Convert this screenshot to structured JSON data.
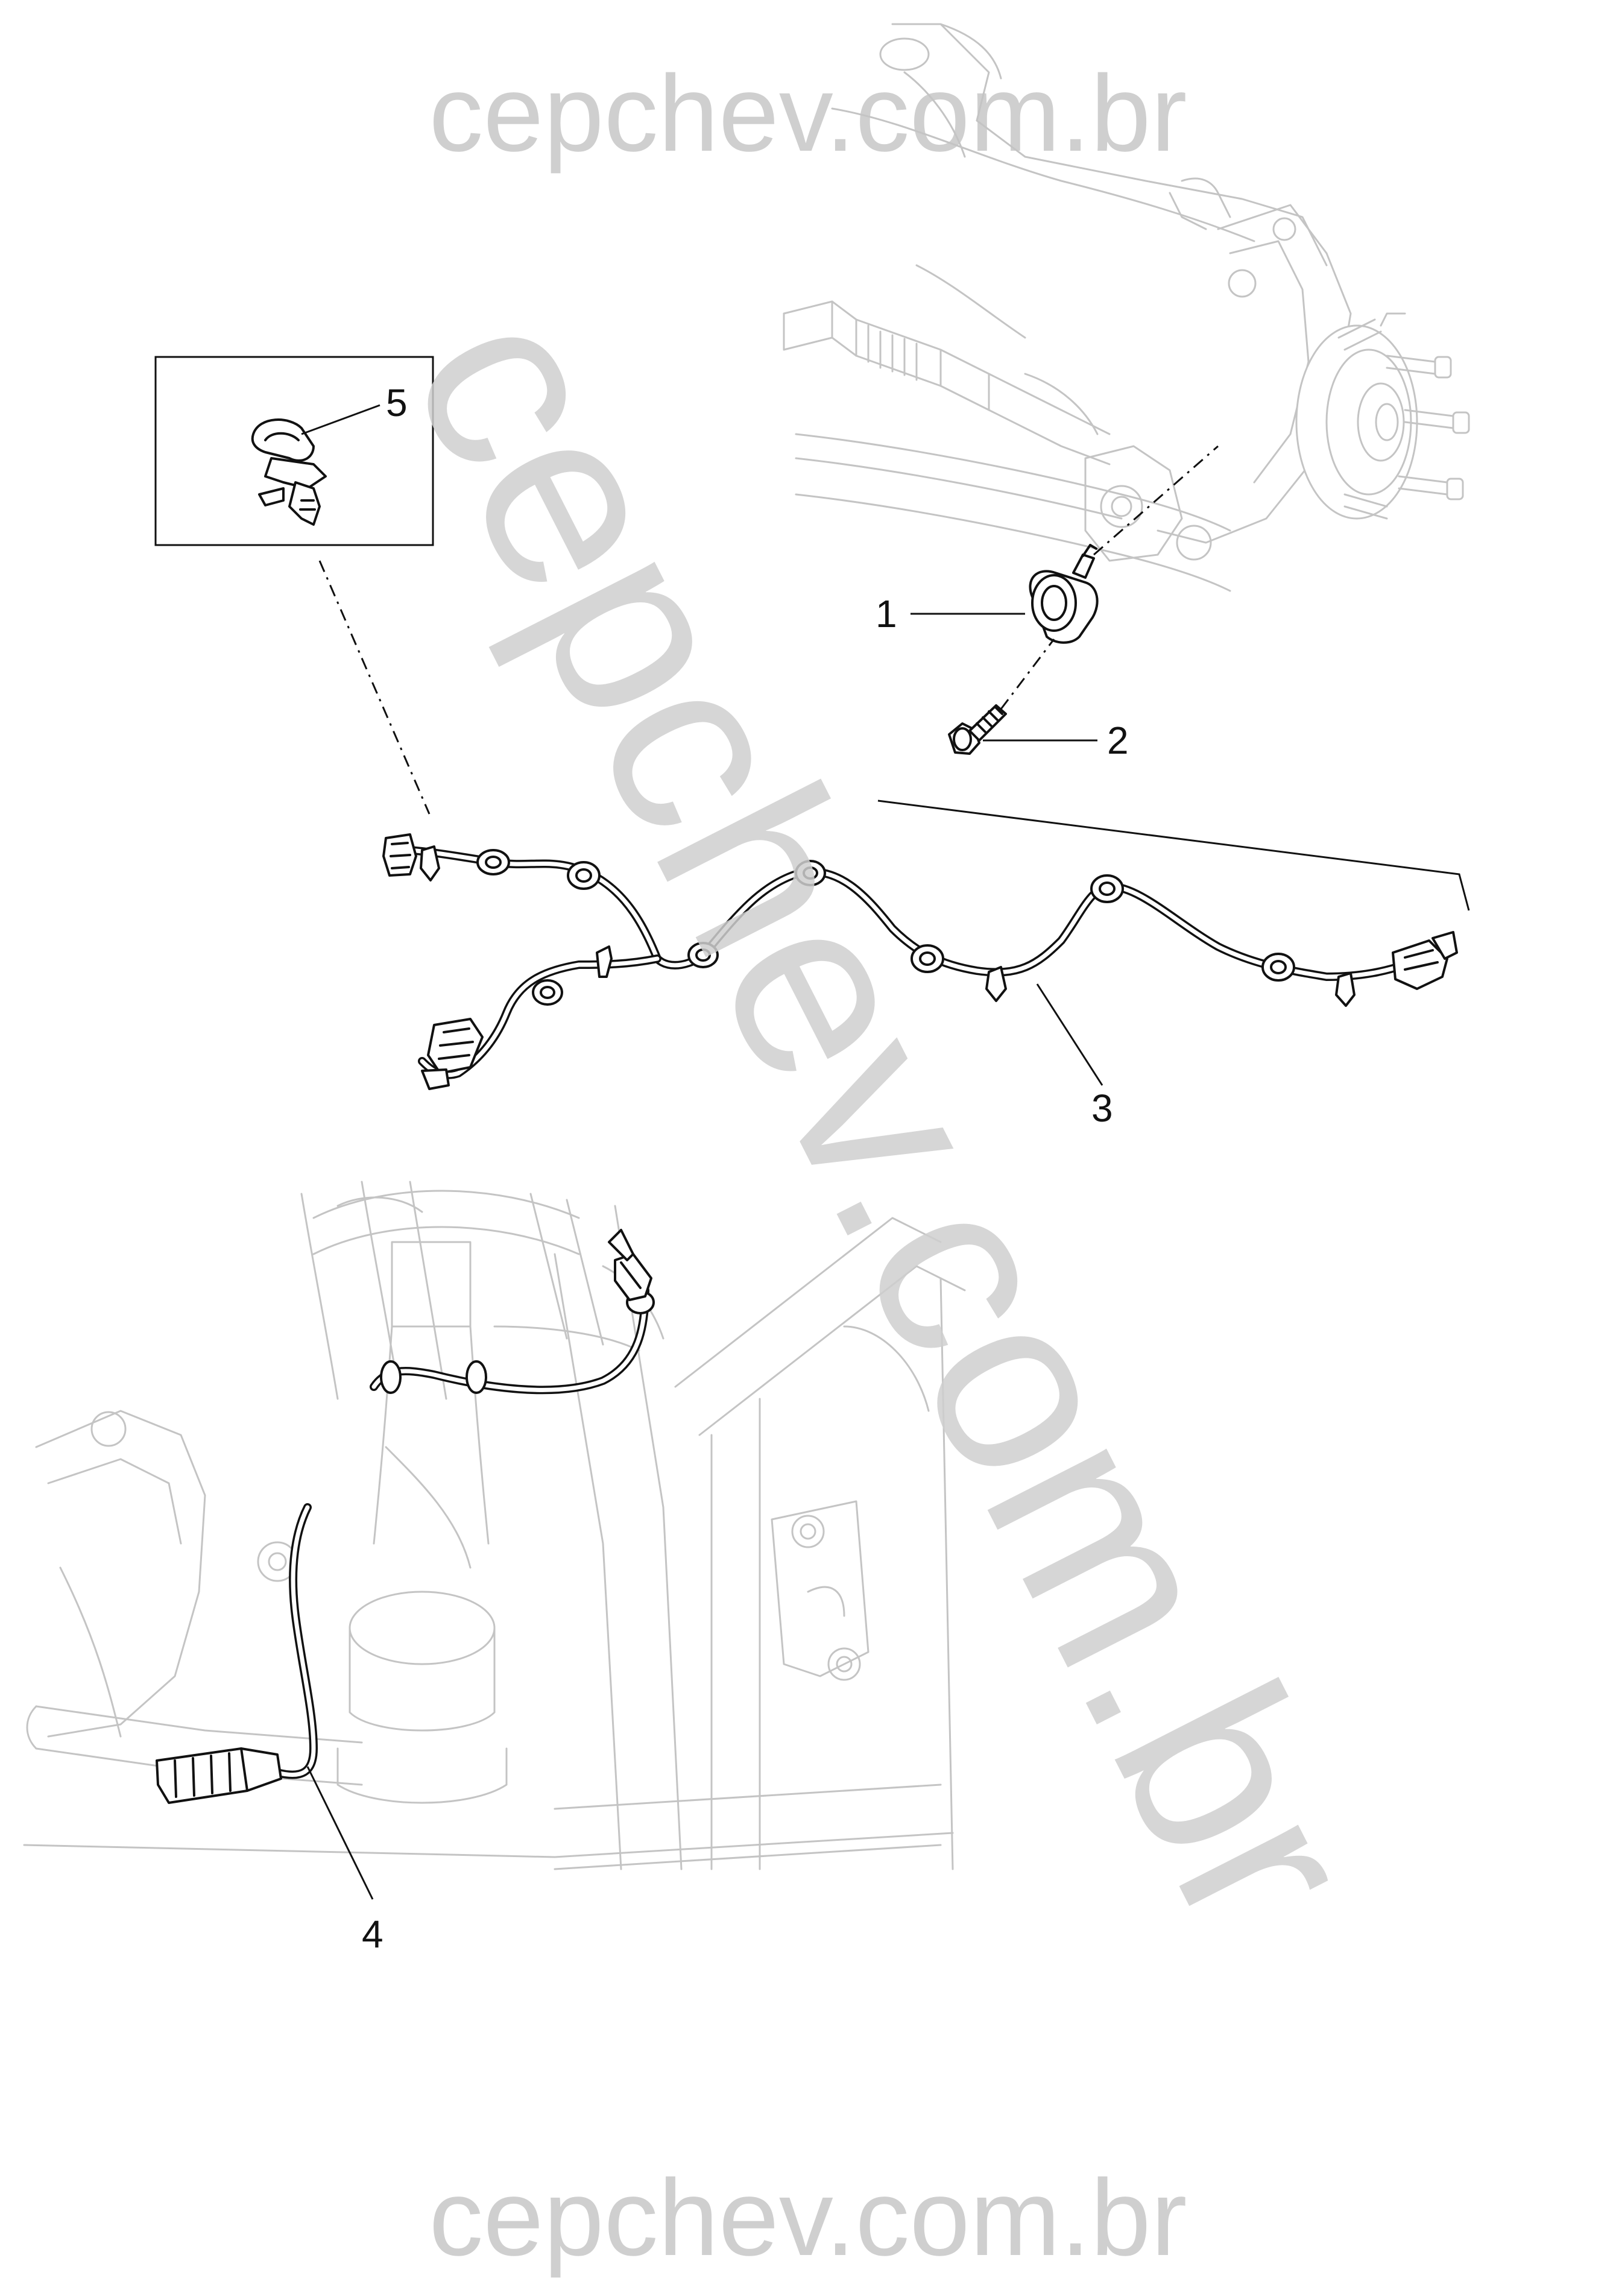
{
  "watermark": {
    "top": "cepchev.com.br",
    "diagonal": "cepchev.com.br",
    "bottom": "cepchev.com.br",
    "color": "#cfcfcf"
  },
  "callouts": [
    {
      "id": "1",
      "label": "1"
    },
    {
      "id": "2",
      "label": "2"
    },
    {
      "id": "3",
      "label": "3"
    },
    {
      "id": "4",
      "label": "4"
    },
    {
      "id": "5",
      "label": "5"
    }
  ],
  "colors": {
    "line": "#111111",
    "ghost": "#c4c4c4",
    "background": "#ffffff"
  }
}
